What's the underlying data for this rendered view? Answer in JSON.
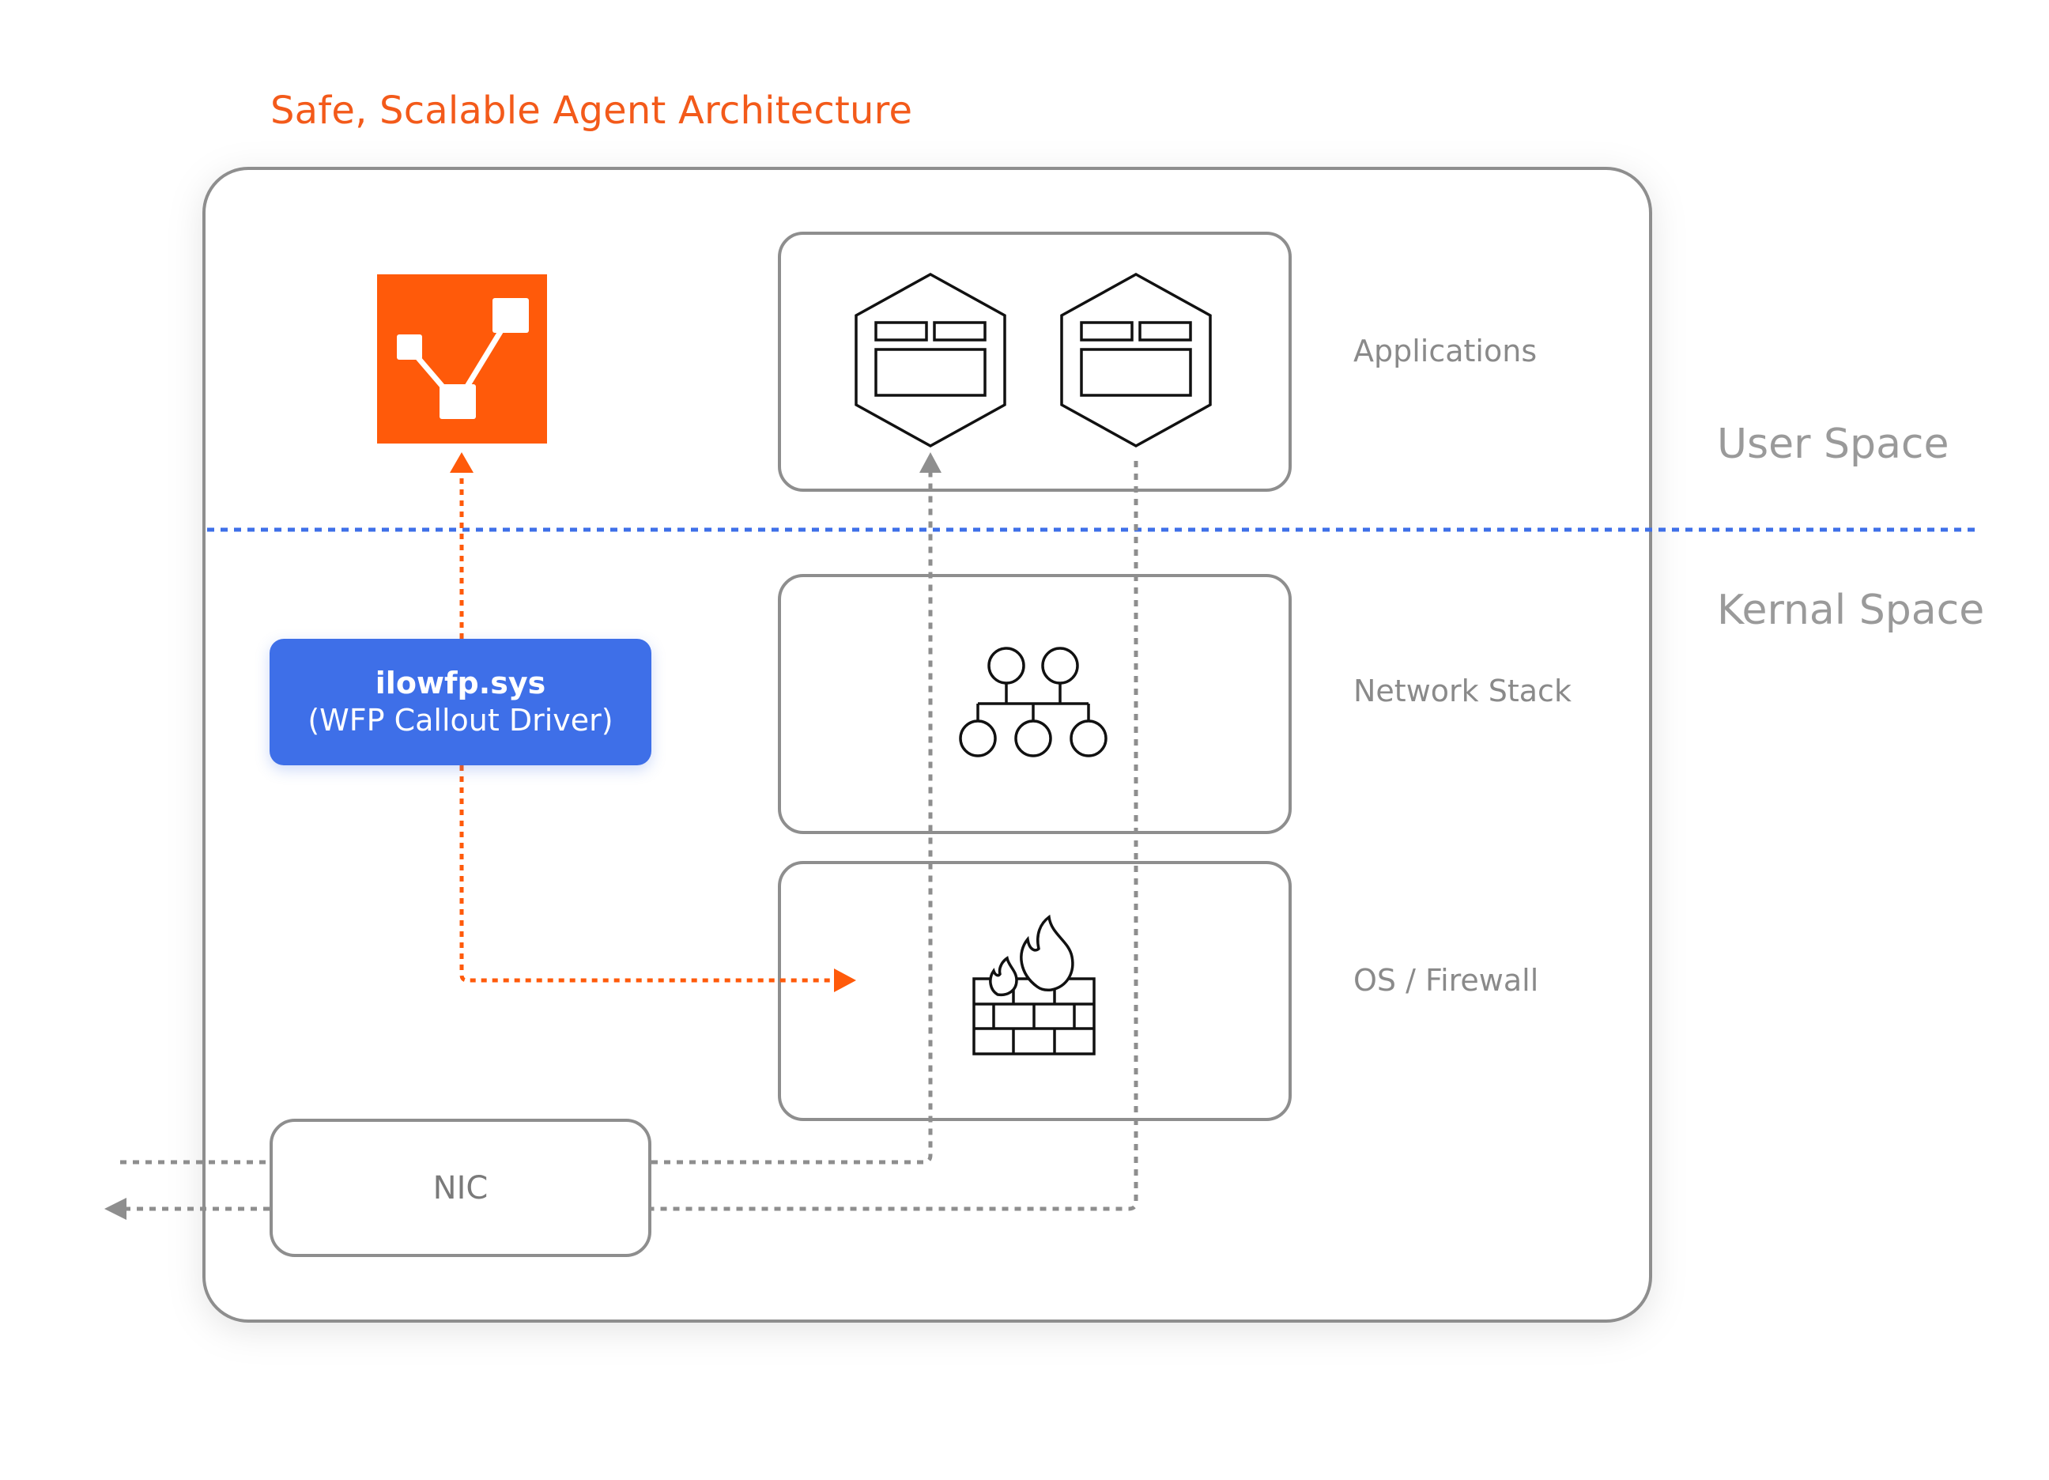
{
  "title": "Safe, Scalable Agent Architecture",
  "layers": {
    "applications": "Applications",
    "network_stack": "Network Stack",
    "os_firewall": "OS / Firewall"
  },
  "spaces": {
    "user": "User Space",
    "kernel": "Kernal Space"
  },
  "driver": {
    "name": "ilowfp.sys",
    "description": "(WFP Callout Driver)"
  },
  "nic": "NIC",
  "colors": {
    "accent_orange": "#ff5a0a",
    "driver_blue": "#3e6fe8",
    "divider_blue": "#3e6fe8",
    "border_gray": "#8e8e8e",
    "label_gray": "#8a8a8a"
  },
  "icons": {
    "agent": "agent-logo-icon",
    "applications": "application-window-icon",
    "network": "network-hierarchy-icon",
    "firewall": "firewall-icon"
  }
}
